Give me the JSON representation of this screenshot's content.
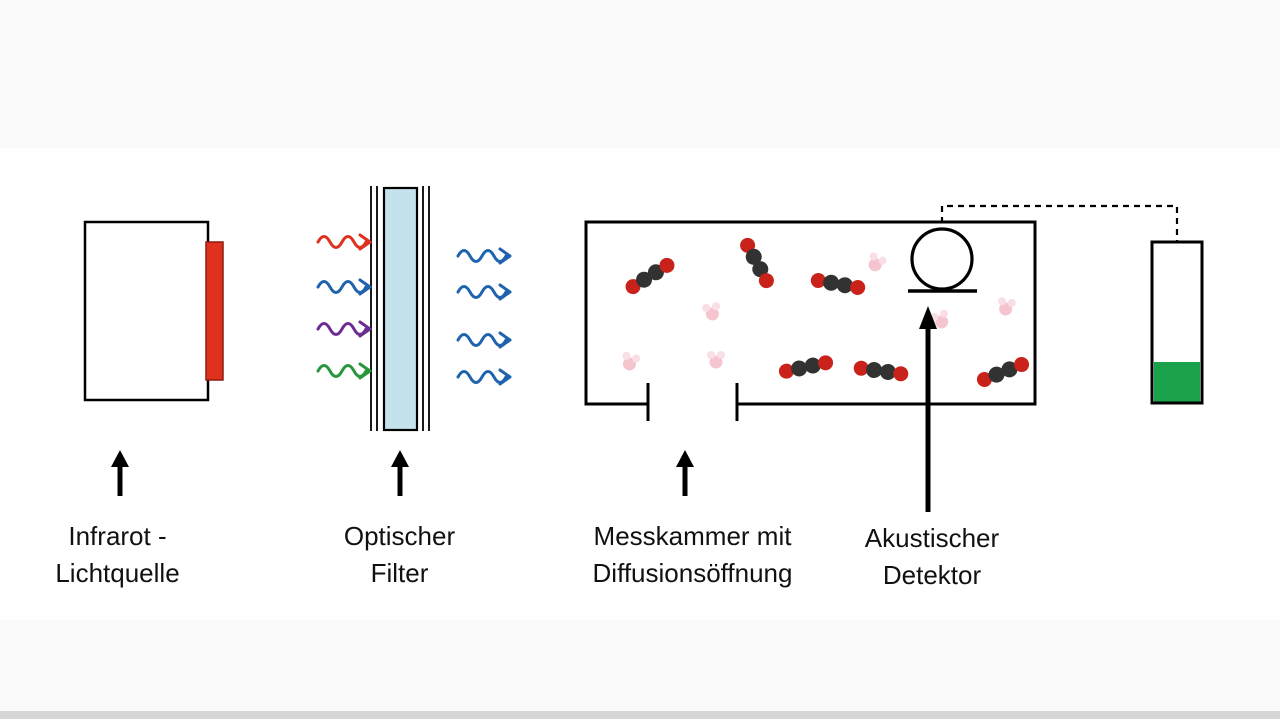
{
  "background": {
    "band_color": "#fafafa",
    "bottom_bar_color": "#d6d6d6"
  },
  "diagram": {
    "source": {
      "label_line1": "Infrarot -",
      "label_line2": "Lichtquelle",
      "strip_color": "#e0301e",
      "strip_border": "#8c1e12"
    },
    "filter": {
      "label_line1": "Optischer",
      "label_line2": "Filter",
      "glass_color": "#c4e2ec"
    },
    "chamber": {
      "label_line1": "Messkammer mit",
      "label_line2": "Diffusionsöffnung"
    },
    "detector": {
      "label_line1": "Akustischer",
      "label_line2": "Detektor"
    },
    "waves": {
      "red": "#e0301e",
      "blue": "#1f63ae",
      "purple": "#6b2d91",
      "green": "#27963c",
      "transmitted": "#1f63ae"
    },
    "molecules": {
      "co2_oxygen": "#c9221a",
      "co2_carbon": "#323232",
      "water_center": "#e87d96",
      "water_outer": "#f3b7c6"
    },
    "indicator": {
      "fill_color": "#19a24a"
    }
  }
}
